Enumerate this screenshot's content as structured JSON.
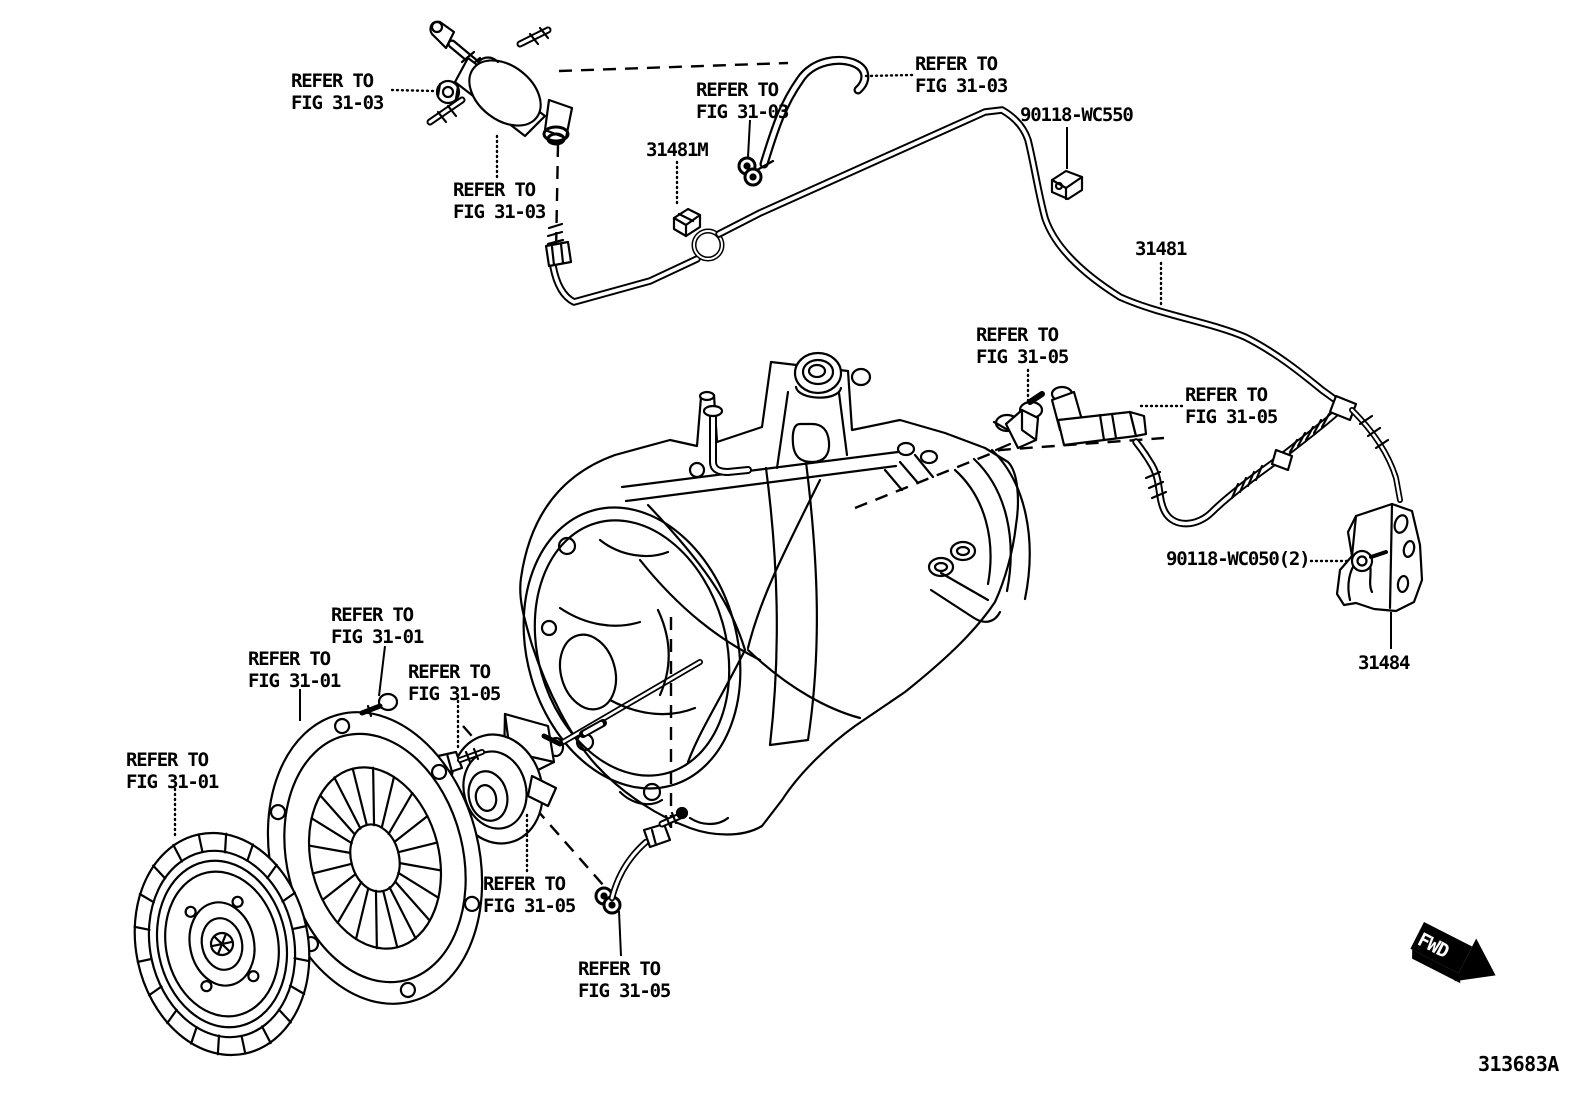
{
  "diagram": {
    "code": "313683A",
    "fwd_label": "FWD"
  },
  "callouts": [
    {
      "id": "fig-31-03-nut",
      "kind": "figure-ref",
      "line1": "REFER TO",
      "line2": "FIG 31-03"
    },
    {
      "id": "fig-31-03-master-cylinder",
      "kind": "figure-ref",
      "line1": "REFER TO",
      "line2": "FIG 31-03"
    },
    {
      "id": "fig-31-03-hose-clamp",
      "kind": "figure-ref",
      "line1": "REFER TO",
      "line2": "FIG 31-03"
    },
    {
      "id": "fig-31-03-hose",
      "kind": "figure-ref",
      "line1": "REFER TO",
      "line2": "FIG 31-03"
    },
    {
      "id": "31481M",
      "kind": "part-number",
      "line1": "31481M",
      "line2": ""
    },
    {
      "id": "90118-WC550",
      "kind": "part-number",
      "line1": "90118-WC550",
      "line2": ""
    },
    {
      "id": "31481",
      "kind": "part-number",
      "line1": "31481",
      "line2": ""
    },
    {
      "id": "fig-31-05-connector",
      "kind": "figure-ref",
      "line1": "REFER TO",
      "line2": "FIG 31-05"
    },
    {
      "id": "fig-31-05-elbow",
      "kind": "figure-ref",
      "line1": "REFER TO",
      "line2": "FIG 31-05"
    },
    {
      "id": "90118-WC050",
      "kind": "part-number",
      "line1": "90118-WC050(2)",
      "line2": ""
    },
    {
      "id": "31484",
      "kind": "part-number",
      "line1": "31484",
      "line2": ""
    },
    {
      "id": "fig-31-01-bolt",
      "kind": "figure-ref",
      "line1": "REFER TO",
      "line2": "FIG 31-01"
    },
    {
      "id": "fig-31-01-cover",
      "kind": "figure-ref",
      "line1": "REFER TO",
      "line2": "FIG 31-01"
    },
    {
      "id": "fig-31-05-bearing-bolt",
      "kind": "figure-ref",
      "line1": "REFER TO",
      "line2": "FIG 31-05"
    },
    {
      "id": "fig-31-01-disc",
      "kind": "figure-ref",
      "line1": "REFER TO",
      "line2": "FIG 31-01"
    },
    {
      "id": "fig-31-05-bearing",
      "kind": "figure-ref",
      "line1": "REFER TO",
      "line2": "FIG 31-05"
    },
    {
      "id": "fig-31-05-pipe",
      "kind": "figure-ref",
      "line1": "REFER TO",
      "line2": "FIG 31-05"
    }
  ]
}
